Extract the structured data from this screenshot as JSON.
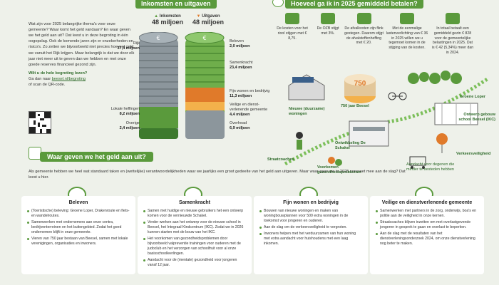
{
  "header": {
    "inkomsten_uitgaven": "Inkomsten en uitgaven",
    "gemiddeld": "Hoeveel ga ik in 2025 gemiddeld betalen?"
  },
  "intro": {
    "p1": "Wat zijn voor 2025 belangrijke thema's voor onze gemeente? Waar komt het geld vandaan? En waar geven we het geld aan uit? Dat leest u in deze begroting in één oogopslag. Ook de komende jaren zijn er onzekerheden en risico's. Zo zetten we bijvoorbeeld niet precies hoeveel geld we vanuit het Rijk krijgen. Maar belangrijk is dat we door elk jaar niet meer uit te geven dan we hebben en met onze goede reserves financieel gezond zijn.",
    "p2_q": "Wilt u de hele begroting lezen?",
    "p2_a": "Ga dan naar",
    "p2_link": "beesel.nl/begroting",
    "p2_b": "of scan de QR-code."
  },
  "inkomsten": {
    "label": "Inkomsten",
    "value": "48 miljoen"
  },
  "uitgaven": {
    "label": "Uitgaven",
    "value": "48 miljoen"
  },
  "income_items": [
    {
      "name": "Rijk",
      "value": "37,4 miljoen"
    },
    {
      "name": "Lokale heffingen",
      "value": "8,2 miljoen"
    },
    {
      "name": "Overige",
      "value": "2,4 miljoen"
    }
  ],
  "expense_items": [
    {
      "name": "Beleven",
      "value": "2,0 miljoen"
    },
    {
      "name": "Samenkracht",
      "value": "23,4 miljoen"
    },
    {
      "name": "Fijn wonen en bedrijvig",
      "value": "11,3 miljoen"
    },
    {
      "name": "Veilige en dienst-verlenende gemeente",
      "value": "4,4 miljoen"
    },
    {
      "name": "Overhead",
      "value": "6,9 miljoen"
    }
  ],
  "averages": [
    {
      "text": "De kosten voor het riool stijgen met € 8,75."
    },
    {
      "text": "De OZB stijgt met 3%."
    },
    {
      "text": "De afvalkosten zijn flink gestegen. Daarom stijgt de afvalstoffenheffing met € 20."
    },
    {
      "text": "Met de eenmalige lastenverlichting van € 36 in 2025 willen we u tegemoet komen in de stijging van de kosten."
    },
    {
      "text": "In totaal betaalt een gemiddeld gezin € 828 voor de gemeentelijke belastingen in 2025. Dat is € 42 (5,34%) meer dan in 2024."
    }
  ],
  "map": {
    "nieuwe_woningen": "Nieuwe (duurzame) woningen",
    "jaar750": "750 jaar Beesel",
    "badge750": "750",
    "groene_loper": "Groene Loper",
    "ontwerp": "Ontwerp gebouw school Beesel (IKC)",
    "ontwikkeling": "Ontwikkeling De Schakel",
    "verkeersveiligheid": "Verkeersveiligheid",
    "straatcoaches": "Straatcoaches",
    "voorkomen": "Voorkomen gezondheidsproblemen",
    "aandacht": "Aandacht voor degenen die minder te besteden hebben"
  },
  "section2": {
    "title": "Waar geven we het geld aan uit?",
    "text": "Als gemeente hebben we heel wat standaard taken en (wettelijke) verantwoordelijkheden waar we jaarlijks een groot gedeelte van het geld aan uitgeven. Maar waar gaan we in 2025 concreet mee aan de slag? Dat leest u hier."
  },
  "cards": [
    {
      "title": "Beleven",
      "items": [
        "(Toeristische) beleving: Groene Loper, Drakenroute en fiets- en wandelroutes.",
        "Samenwerken met ondernemers aan onze centra, bedrijventerreinen en het buitengebied. Zodat het goed ondernemen blijft in onze gemeente.",
        "Vieren van 750 jaar bestaan van Beesel, samen met lokale verenigingen, organisaties en inwoners."
      ]
    },
    {
      "title": "Samenkracht",
      "items": [
        "Samen met huidige en nieuwe gebruikers het een ontwerp komen voor de vernieuwde Schakel.",
        "Verder werken aan het ontwerp voor de nieuwe school in Beesel, het Integraal Kindcentrum (IKC). Zodat we in 2026 kunnen starten met de bouw van het IKC.",
        "Het voorkomen van gezondheidsproblemen door bijvoorbeeld valpreventie trainingen voor ouderen met de judoclub en het verzorgen van schoolfruit voor al onze basisschoolleerlingen.",
        "Aandacht voor de (mentale) gezondheid voor jongeren vanaf 12 jaar."
      ]
    },
    {
      "title": "Fijn wonen en bedrijvig",
      "items": [
        "Bouwen van nieuwe woningen en maken van woningbouwplannen voor 500 extra woningen in de toekomst voor jongeren en ouderen.",
        "Aan de slag om de verkeersveiligheid te vergroten.",
        "Inwoners helpen met het verduurzamen van hun woning met extra aandacht voor huishoudens met een laag inkomen."
      ]
    },
    {
      "title": "Veilige en dienstverlenende gemeente",
      "items": [
        "Samenwerken met partners in de zorg, onderwijs, boa's en politie aan de veiligheid in onze kernen.",
        "Straatcoaches blijven inzetten om met overlastgevende jongeren in gesprek te gaan en overlast te beperken.",
        "Aan de slag met de resultaten van het dienstverleningsonderzoek 2024, om onze dienstverlening nog beter te maken."
      ]
    }
  ]
}
